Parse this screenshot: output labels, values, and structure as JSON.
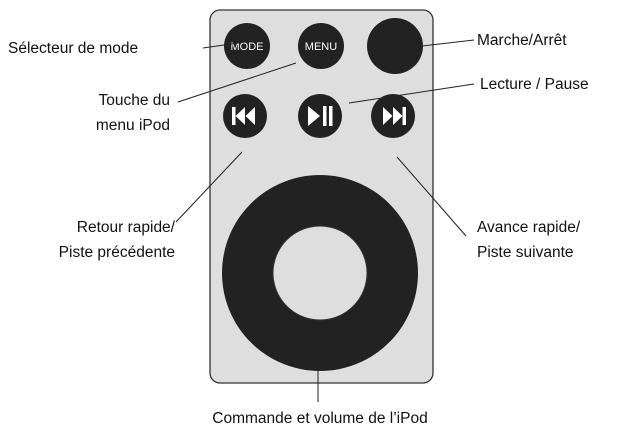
{
  "remote": {
    "mode_button": "MODE",
    "menu_button": "MENU"
  },
  "labels": {
    "mode_selector": "Sélecteur de mode",
    "menu_key": [
      "Touche du",
      "menu iPod"
    ],
    "power": "Marche/Arrêt",
    "play_pause": "Lecture / Pause",
    "rewind": [
      "Retour rapide/",
      "Piste précédente"
    ],
    "fast_forward": [
      "Avance rapide/",
      "Piste suivante"
    ],
    "wheel": "Commande et volume de l’iPod"
  },
  "colors": {
    "body": "#dedede",
    "buttons": "#222222",
    "wheel_center": "#dedede"
  },
  "icons": [
    "previous-track-icon",
    "play-pause-icon",
    "next-track-icon"
  ]
}
